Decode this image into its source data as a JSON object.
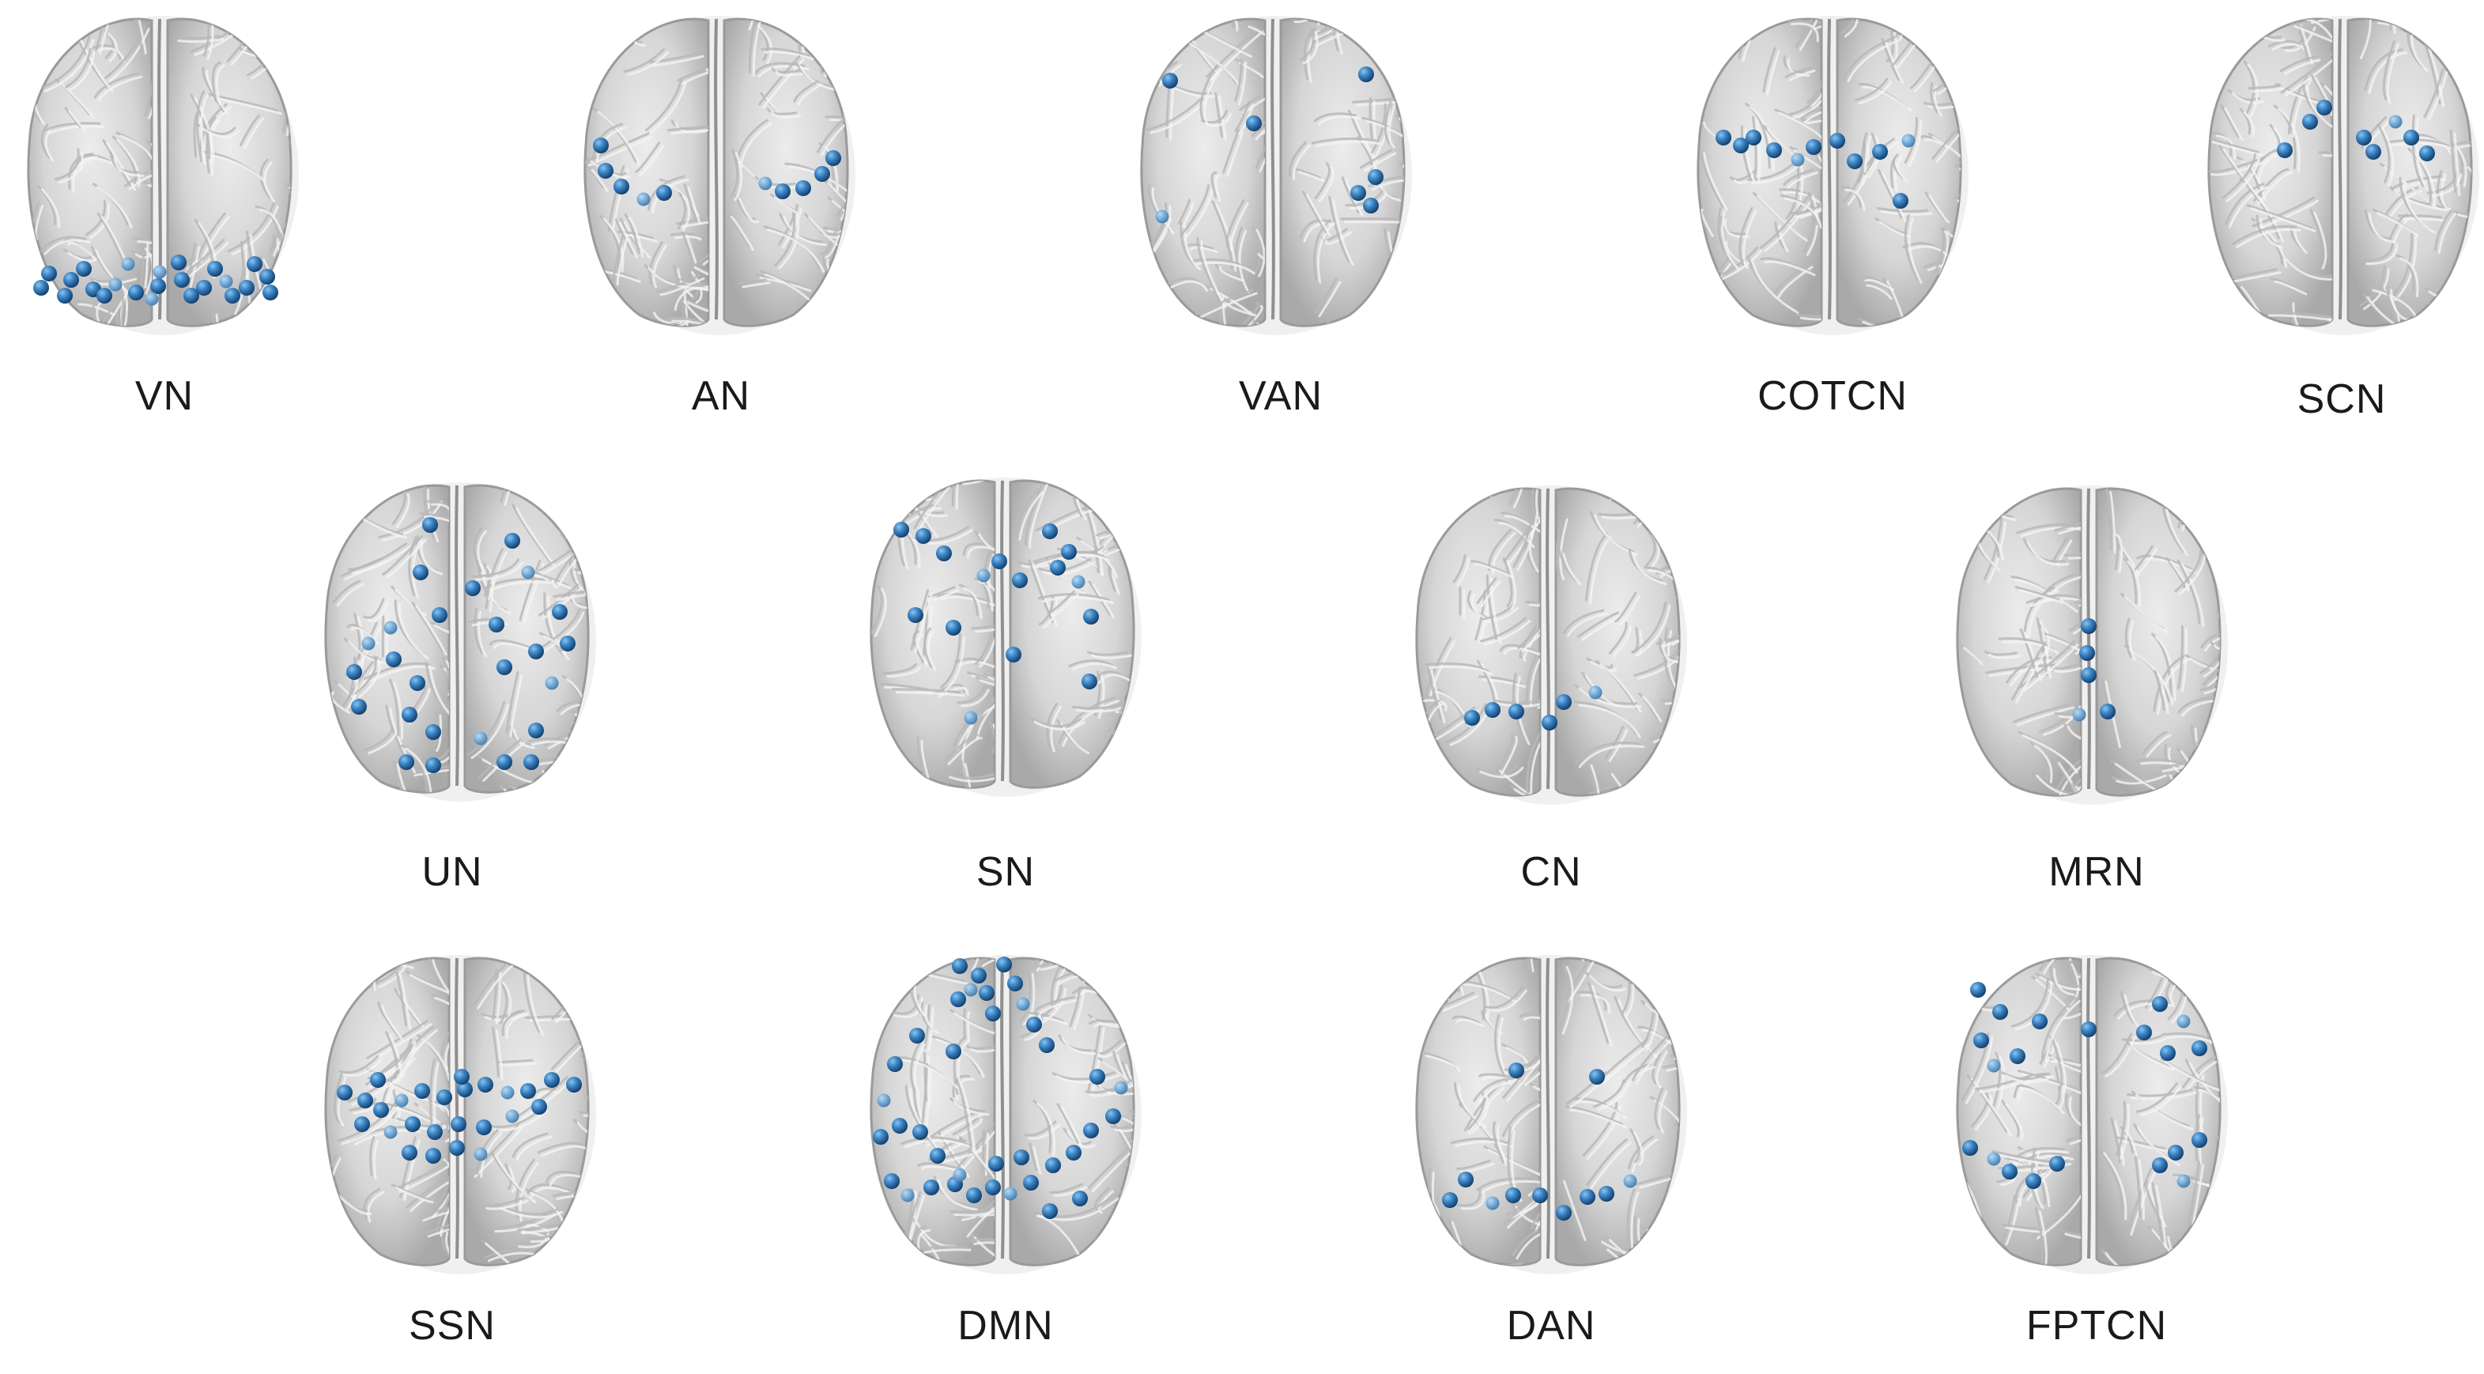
{
  "networks": [
    {
      "label": "VN"
    },
    {
      "label": "AN"
    },
    {
      "label": "VAN"
    },
    {
      "label": "COTCN"
    },
    {
      "label": "SCN"
    },
    {
      "label": "UN"
    },
    {
      "label": "SN"
    },
    {
      "label": "CN"
    },
    {
      "label": "MRN"
    },
    {
      "label": "SSN"
    },
    {
      "label": "DMN"
    },
    {
      "label": "DAN"
    },
    {
      "label": "FPTCN"
    }
  ],
  "colors": {
    "background": "#ffffff",
    "brain_surface": "#d9d9d9",
    "brain_shadow": "#a8a8a8",
    "node": "#3a7fbf",
    "label_text": "#1a1a1a"
  },
  "icons": {
    "brain": "brain-axial-top-view",
    "node": "blue-sphere"
  }
}
